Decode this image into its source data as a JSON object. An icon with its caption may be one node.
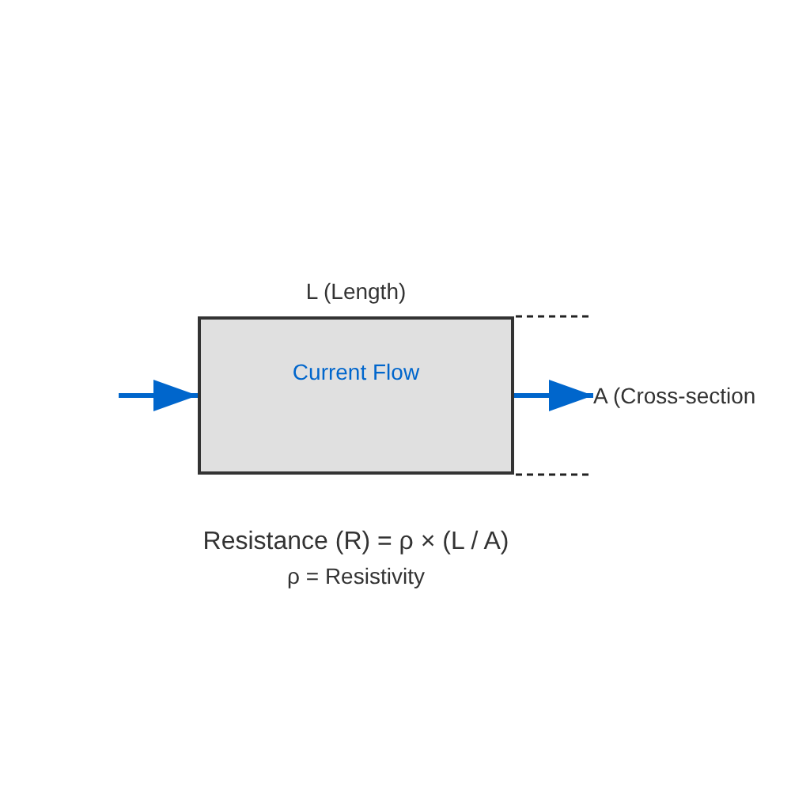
{
  "diagram": {
    "nodes": [
      {
        "text": [
          "Current Flow"
        ]
      },
      {
        "text": [
          "A (Cross-section"
        ]
      }
    ],
    "edges": [
      {
        "from": null,
        "to": 0,
        "arrow": "to"
      },
      {
        "from": 0,
        "to": 1,
        "arrow": "to"
      }
    ],
    "labels": [
      "L (Length)",
      "Resistance (R) = ρ × (L / A)",
      "ρ = Resistivity"
    ]
  }
}
